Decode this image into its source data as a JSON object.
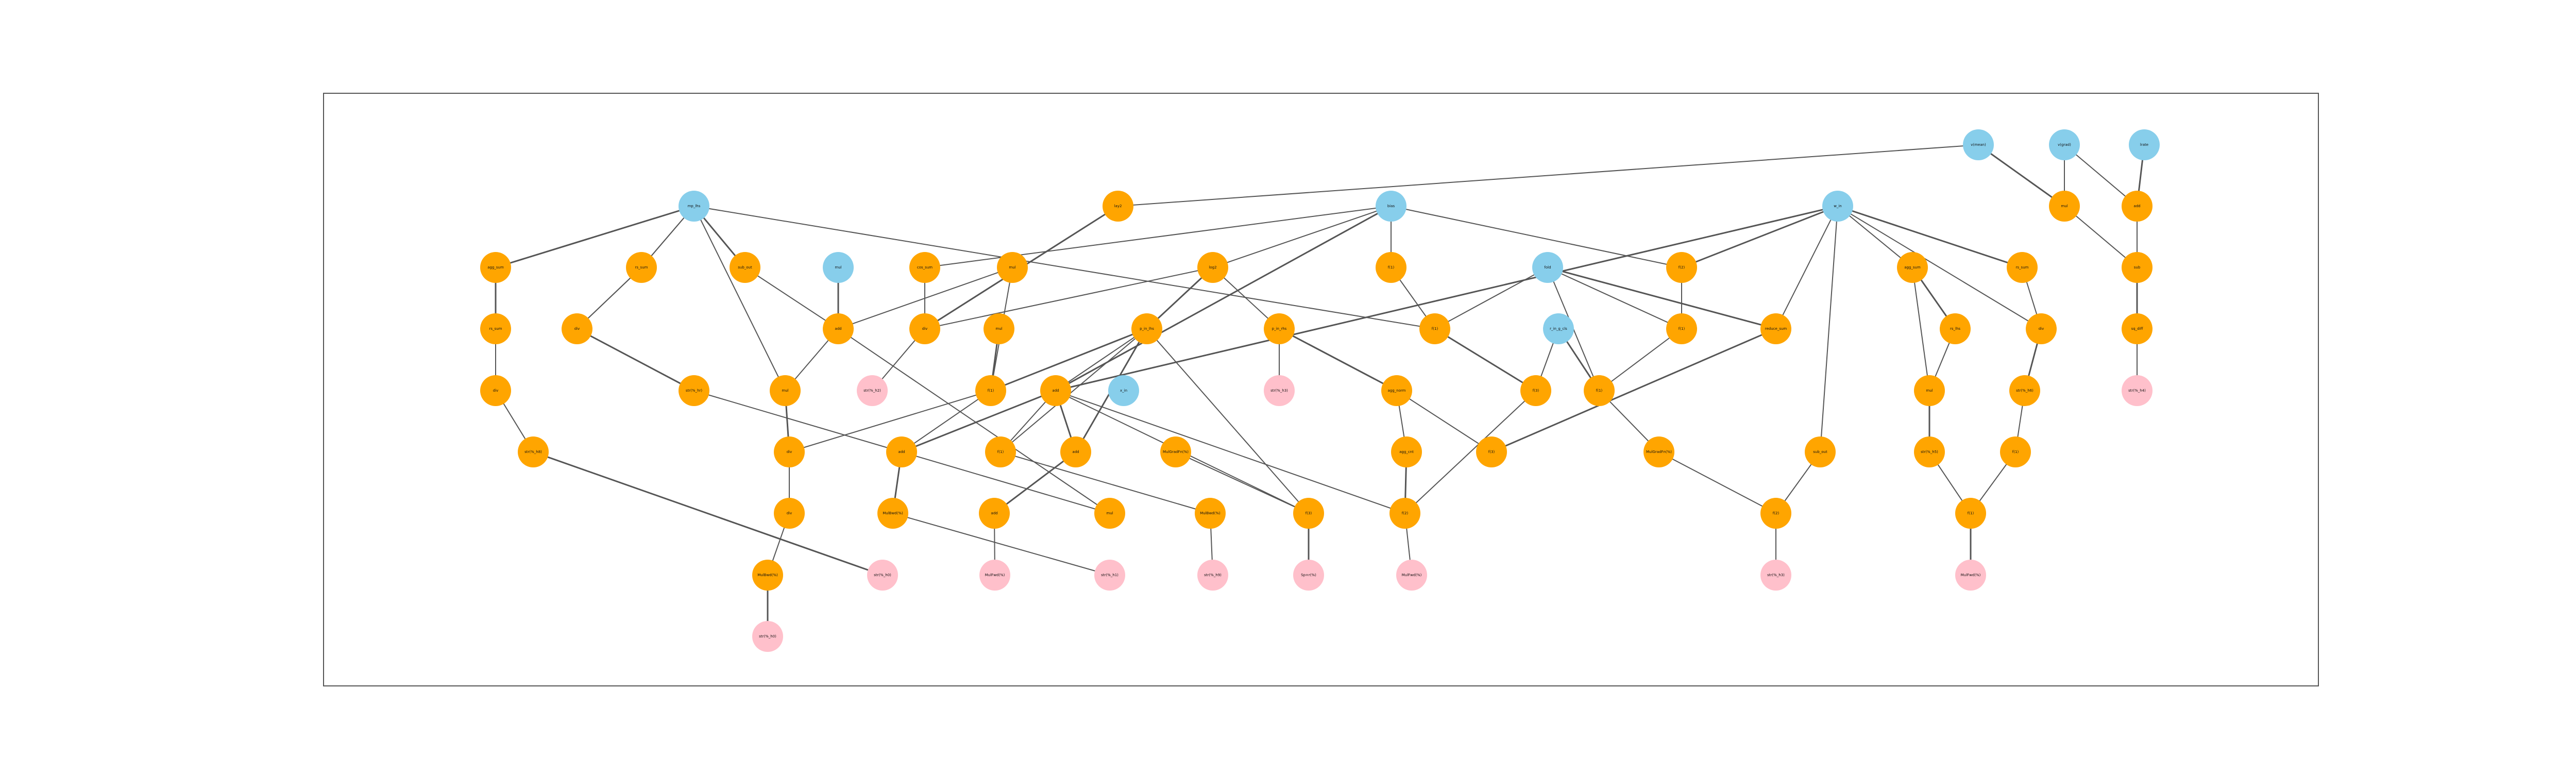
{
  "colors": {
    "input": "#87CEEB",
    "op": "#FFA500",
    "output": "#FFC0CB",
    "edge": "#555555",
    "frame": "#555555"
  },
  "nodes": [
    {
      "id": "i1",
      "label": "v(mean)",
      "kind": "input"
    },
    {
      "id": "i2",
      "label": "v(grad)",
      "kind": "input"
    },
    {
      "id": "i3",
      "label": "lrate",
      "kind": "input"
    },
    {
      "id": "op1",
      "label": "mul",
      "kind": "op"
    },
    {
      "id": "op2",
      "label": "add",
      "kind": "op"
    },
    {
      "id": "op3",
      "label": "sub",
      "kind": "op"
    },
    {
      "id": "op4",
      "label": "sq_diff",
      "kind": "op"
    },
    {
      "id": "out1",
      "label": "str(%_h4)",
      "kind": "output"
    },
    {
      "id": "p1",
      "label": "mp_lhs",
      "kind": "input"
    },
    {
      "id": "p2",
      "label": "lay2",
      "kind": "op"
    },
    {
      "id": "p3",
      "label": "bias",
      "kind": "input"
    },
    {
      "id": "p4",
      "label": "w_in",
      "kind": "input"
    },
    {
      "id": "a1",
      "label": "agg_sum",
      "kind": "op"
    },
    {
      "id": "a2",
      "label": "rs_sum",
      "kind": "op"
    },
    {
      "id": "a3",
      "label": "sub_out",
      "kind": "op"
    },
    {
      "id": "a4",
      "label": "mul",
      "kind": "input"
    },
    {
      "id": "a5",
      "label": "cos_sum",
      "kind": "op"
    },
    {
      "id": "a6",
      "label": "mul",
      "kind": "op"
    },
    {
      "id": "a7",
      "label": "log2",
      "kind": "op"
    },
    {
      "id": "a8",
      "label": "f(1)",
      "kind": "op"
    },
    {
      "id": "a9",
      "label": "fold",
      "kind": "input"
    },
    {
      "id": "a10",
      "label": "f(2)",
      "kind": "op"
    },
    {
      "id": "a11",
      "label": "agg_sum",
      "kind": "op"
    },
    {
      "id": "a12",
      "label": "rs_sum",
      "kind": "op"
    },
    {
      "id": "b1",
      "label": "rs_sum",
      "kind": "op"
    },
    {
      "id": "b2",
      "label": "div",
      "kind": "op"
    },
    {
      "id": "b3",
      "label": "add",
      "kind": "op"
    },
    {
      "id": "b4",
      "label": "div",
      "kind": "op"
    },
    {
      "id": "b5",
      "label": "mul",
      "kind": "op"
    },
    {
      "id": "b6",
      "label": "p_in_lhs",
      "kind": "op"
    },
    {
      "id": "b7",
      "label": "p_in_rhs",
      "kind": "op"
    },
    {
      "id": "b8",
      "label": "f(1)",
      "kind": "op"
    },
    {
      "id": "b9",
      "label": "r_in_g_cls",
      "kind": "input"
    },
    {
      "id": "b10",
      "label": "f(1)",
      "kind": "op"
    },
    {
      "id": "b11",
      "label": "reduce_sum",
      "kind": "op"
    },
    {
      "id": "b12",
      "label": "rs_lhs",
      "kind": "op"
    },
    {
      "id": "b13",
      "label": "div",
      "kind": "op"
    },
    {
      "id": "c1",
      "label": "div",
      "kind": "op"
    },
    {
      "id": "c2",
      "label": "str(%_hr)",
      "kind": "op"
    },
    {
      "id": "c3",
      "label": "mul",
      "kind": "op"
    },
    {
      "id": "c4",
      "label": "str(%_h2)",
      "kind": "output"
    },
    {
      "id": "c5",
      "label": "f(1)",
      "kind": "op"
    },
    {
      "id": "c6",
      "label": "add",
      "kind": "op"
    },
    {
      "id": "c7",
      "label": "x_in",
      "kind": "input"
    },
    {
      "id": "c8",
      "label": "str(%_h3)",
      "kind": "output"
    },
    {
      "id": "c9",
      "label": "agg_norm",
      "kind": "op"
    },
    {
      "id": "c10",
      "label": "f(3)",
      "kind": "op"
    },
    {
      "id": "c11",
      "label": "f(1)",
      "kind": "op"
    },
    {
      "id": "c12",
      "label": "mul",
      "kind": "op"
    },
    {
      "id": "c13",
      "label": "str(%_h6)",
      "kind": "op"
    },
    {
      "id": "d1",
      "label": "str(%_h8)",
      "kind": "op"
    },
    {
      "id": "d2",
      "label": "div",
      "kind": "op"
    },
    {
      "id": "d3",
      "label": "add",
      "kind": "op"
    },
    {
      "id": "d4",
      "label": "f(1)",
      "kind": "op"
    },
    {
      "id": "d5",
      "label": "add",
      "kind": "op"
    },
    {
      "id": "d6",
      "label": "MulGradFn(%)",
      "kind": "op"
    },
    {
      "id": "d7",
      "label": "agg_cnt",
      "kind": "op"
    },
    {
      "id": "d8",
      "label": "f(3)",
      "kind": "op"
    },
    {
      "id": "d9",
      "label": "MulGradFn(%)",
      "kind": "op"
    },
    {
      "id": "d10",
      "label": "sub_out",
      "kind": "op"
    },
    {
      "id": "d11",
      "label": "str(%_h5)",
      "kind": "op"
    },
    {
      "id": "d12",
      "label": "f(1)",
      "kind": "op"
    },
    {
      "id": "e1",
      "label": "div",
      "kind": "op"
    },
    {
      "id": "e2",
      "label": "MulBwd(%)",
      "kind": "op"
    },
    {
      "id": "e3",
      "label": "add",
      "kind": "op"
    },
    {
      "id": "e4",
      "label": "mul",
      "kind": "op"
    },
    {
      "id": "e5",
      "label": "MulBwd(%)",
      "kind": "op"
    },
    {
      "id": "e6",
      "label": "f(3)",
      "kind": "op"
    },
    {
      "id": "e7",
      "label": "f(2)",
      "kind": "op"
    },
    {
      "id": "e8",
      "label": "f(2)",
      "kind": "op"
    },
    {
      "id": "e9",
      "label": "f(1)",
      "kind": "op"
    },
    {
      "id": "f1",
      "label": "MulBwd(%)",
      "kind": "op"
    },
    {
      "id": "f2",
      "label": "str(%_h0)",
      "kind": "output"
    },
    {
      "id": "f3",
      "label": "MulFwd(%)",
      "kind": "output"
    },
    {
      "id": "f4",
      "label": "str(%_h1)",
      "kind": "output"
    },
    {
      "id": "f5",
      "label": "str(%_h9)",
      "kind": "output"
    },
    {
      "id": "f6",
      "label": "Sp+r(%)",
      "kind": "output"
    },
    {
      "id": "f7",
      "label": "MulFwd(%)",
      "kind": "output"
    },
    {
      "id": "f8",
      "label": "str(%_h3)",
      "kind": "output"
    },
    {
      "id": "f9",
      "label": "MulFwd(%)",
      "kind": "output"
    },
    {
      "id": "g1",
      "label": "str(%_h0)",
      "kind": "output"
    }
  ],
  "edges": [
    [
      "i1",
      "op1"
    ],
    [
      "i2",
      "op1"
    ],
    [
      "i2",
      "op2"
    ],
    [
      "i3",
      "op2"
    ],
    [
      "op1",
      "op3"
    ],
    [
      "op2",
      "op3"
    ],
    [
      "op3",
      "op4"
    ],
    [
      "op4",
      "out1"
    ],
    [
      "i1",
      "p2"
    ],
    [
      "p1",
      "a1"
    ],
    [
      "p1",
      "a2"
    ],
    [
      "p1",
      "a2"
    ],
    [
      "p1",
      "a3"
    ],
    [
      "p1",
      "b8"
    ],
    [
      "p1",
      "c3"
    ],
    [
      "a1",
      "b1"
    ],
    [
      "b1",
      "c1"
    ],
    [
      "c1",
      "d1"
    ],
    [
      "d1",
      "f2"
    ],
    [
      "a2",
      "b2"
    ],
    [
      "a2",
      "b2"
    ],
    [
      "b2",
      "c2"
    ],
    [
      "c2",
      "e4"
    ],
    [
      "a3",
      "b3"
    ],
    [
      "a4",
      "b3"
    ],
    [
      "b3",
      "c3"
    ],
    [
      "b3",
      "e4"
    ],
    [
      "c3",
      "d2"
    ],
    [
      "d2",
      "e1"
    ],
    [
      "e1",
      "f1"
    ],
    [
      "f1",
      "g1"
    ],
    [
      "a5",
      "b4"
    ],
    [
      "b4",
      "c4"
    ],
    [
      "p2",
      "b4"
    ],
    [
      "a6",
      "b3"
    ],
    [
      "a6",
      "c5"
    ],
    [
      "b5",
      "c5"
    ],
    [
      "p3",
      "a7"
    ],
    [
      "p3",
      "a8"
    ],
    [
      "p3",
      "c6"
    ],
    [
      "p3",
      "a10"
    ],
    [
      "p3",
      "a5"
    ],
    [
      "a7",
      "b6"
    ],
    [
      "a7",
      "b7"
    ],
    [
      "a7",
      "b4"
    ],
    [
      "b6",
      "c5"
    ],
    [
      "b6",
      "c6"
    ],
    [
      "b6",
      "d4"
    ],
    [
      "b6",
      "d5"
    ],
    [
      "b6",
      "e6"
    ],
    [
      "b7",
      "c8"
    ],
    [
      "b7",
      "c9"
    ],
    [
      "c5",
      "d3"
    ],
    [
      "c5",
      "d2"
    ],
    [
      "d3",
      "e2"
    ],
    [
      "e2",
      "f4"
    ],
    [
      "c6",
      "d4"
    ],
    [
      "c6",
      "d5"
    ],
    [
      "c6",
      "e6"
    ],
    [
      "c6",
      "e7"
    ],
    [
      "c6",
      "d3"
    ],
    [
      "d4",
      "e5"
    ],
    [
      "e5",
      "f5"
    ],
    [
      "d5",
      "e3"
    ],
    [
      "e3",
      "f3"
    ],
    [
      "d6",
      "e6"
    ],
    [
      "e6",
      "f6"
    ],
    [
      "c9",
      "d8"
    ],
    [
      "c9",
      "d7"
    ],
    [
      "d7",
      "e7"
    ],
    [
      "e7",
      "f7"
    ],
    [
      "a8",
      "b8"
    ],
    [
      "b8",
      "c10"
    ],
    [
      "a9",
      "b8"
    ],
    [
      "a9",
      "b10"
    ],
    [
      "a9",
      "b11"
    ],
    [
      "a9",
      "c11"
    ],
    [
      "b9",
      "c10"
    ],
    [
      "b9",
      "c11"
    ],
    [
      "c11",
      "d9"
    ],
    [
      "d9",
      "e8"
    ],
    [
      "b11",
      "d8"
    ],
    [
      "d10",
      "e8"
    ],
    [
      "e8",
      "f8"
    ],
    [
      "p4",
      "a10"
    ],
    [
      "p4",
      "b11"
    ],
    [
      "p4",
      "a11"
    ],
    [
      "p4",
      "a12"
    ],
    [
      "p4",
      "d10"
    ],
    [
      "p4",
      "b13"
    ],
    [
      "p4",
      "c6"
    ],
    [
      "a10",
      "b10"
    ],
    [
      "b10",
      "c11"
    ],
    [
      "a11",
      "b12"
    ],
    [
      "a11",
      "c12"
    ],
    [
      "b12",
      "c12"
    ],
    [
      "c12",
      "d11"
    ],
    [
      "d11",
      "e9"
    ],
    [
      "a12",
      "b13"
    ],
    [
      "b13",
      "c13"
    ],
    [
      "c13",
      "d12"
    ],
    [
      "d12",
      "e9"
    ],
    [
      "e9",
      "f9"
    ],
    [
      "a1",
      "c1"
    ],
    [
      "c10",
      "e7"
    ]
  ]
}
